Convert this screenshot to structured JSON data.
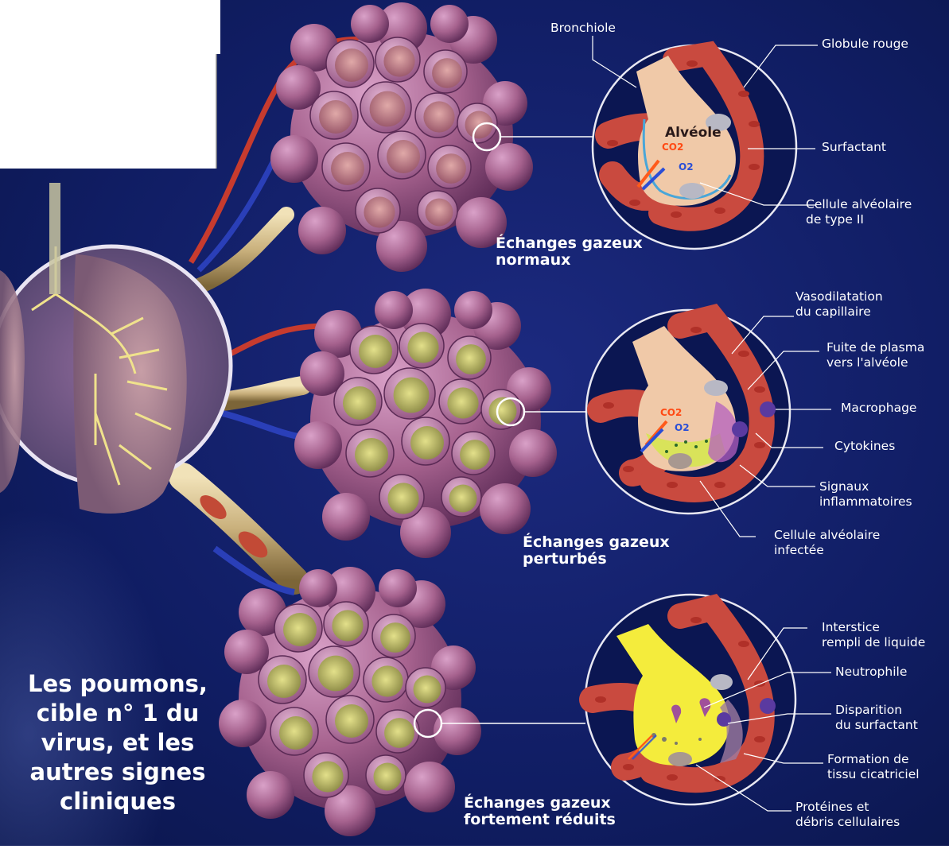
{
  "headline": "Les poumons,\ncible n° 1 du\nvirus, et les\nautres signes\ncliniques",
  "panels": {
    "normal": {
      "title": "Échanges gazeux\nnormaux",
      "labels": {
        "bronchiole": "Bronchiole",
        "globule_rouge": "Globule rouge",
        "surfactant": "Surfactant",
        "cellule_type2": "Cellule alvéolaire\nde type II"
      },
      "alveole": "Alvéole",
      "co2": "CO2",
      "o2": "O2"
    },
    "perturbed": {
      "title": "Échanges gazeux\nperturbés",
      "labels": {
        "vasodilatation": "Vasodilatation\ndu capillaire",
        "fuite": "Fuite de plasma\nvers l'alvéole",
        "macrophage": "Macrophage",
        "cytokines": "Cytokines",
        "signaux": "Signaux\ninflammatoires",
        "infectee": "Cellule alvéolaire\ninfectée"
      },
      "co2": "CO2",
      "o2": "O2"
    },
    "reduced": {
      "title": "Échanges gazeux\nfortement réduits",
      "labels": {
        "interstice": "Interstice\nrempli de liquide",
        "neutrophile": "Neutrophile",
        "disparition": "Disparition\ndu surfactant",
        "formation": "Formation de\ntissu cicatriciel",
        "proteines": "Protéines et\ndébris cellulaires"
      }
    }
  },
  "colors": {
    "background_navy": "#0d1a5e",
    "alveoli_pink": "#b8709c",
    "alveoli_inner": "#d29aac",
    "fluid_yellow": "#e6e06a",
    "capillary_red": "#c94a3f",
    "co2_orange": "#ff5a1a",
    "o2_blue": "#2a4ed6"
  }
}
